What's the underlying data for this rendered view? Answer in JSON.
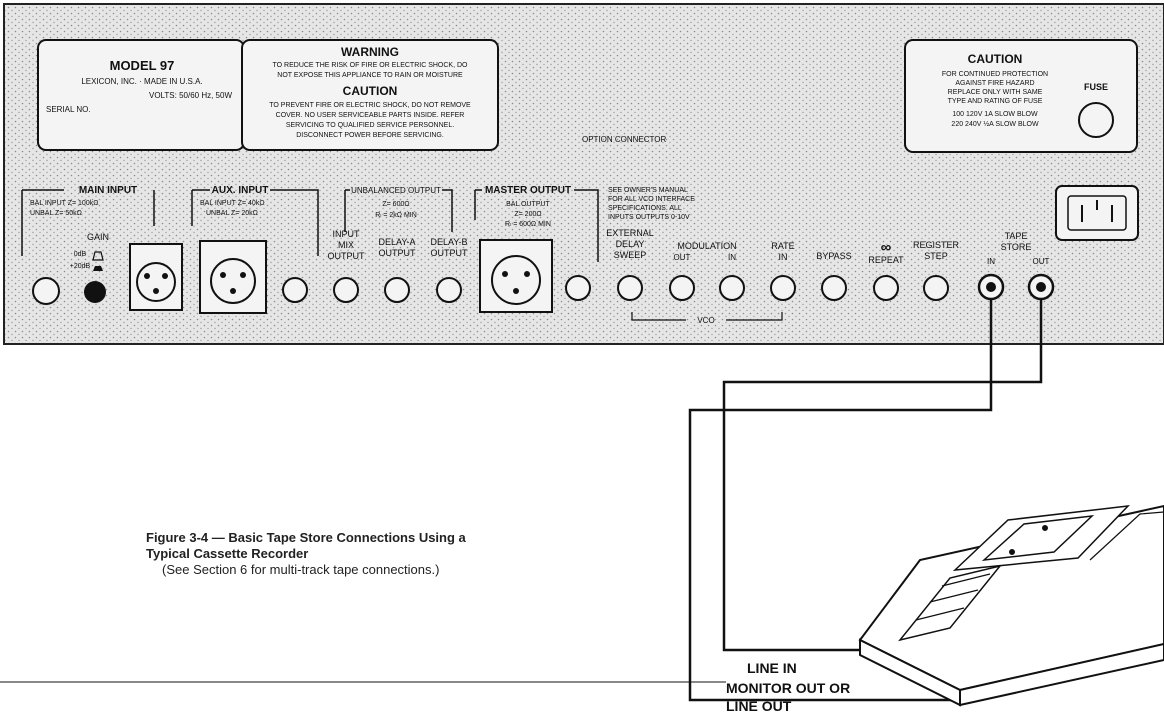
{
  "label_box": {
    "model": "MODEL 97",
    "maker": "LEXICON, INC. · MADE IN U.S.A.",
    "volts": "VOLTS: 50/60 Hz, 50W",
    "serial": "SERIAL NO."
  },
  "warning_box": {
    "title": "WARNING",
    "line1": "TO REDUCE THE RISK OF FIRE OR ELECTRIC SHOCK, DO",
    "line2": "NOT EXPOSE THIS APPLIANCE TO RAIN OR MOISTURE",
    "caution_title": "CAUTION",
    "c1": "TO PREVENT FIRE OR ELECTRIC SHOCK, DO NOT REMOVE",
    "c2": "COVER. NO USER SERVICEABLE PARTS INSIDE. REFER",
    "c3": "SERVICING TO QUALIFIED SERVICE PERSONNEL.",
    "c4": "DISCONNECT POWER BEFORE SERVICING."
  },
  "option_connector": "OPTION CONNECTOR",
  "fuse_box": {
    "title": "CAUTION",
    "l1": "FOR CONTINUED PROTECTION",
    "l2": "AGAINST FIRE HAZARD",
    "l3": "REPLACE ONLY WITH SAME",
    "l4": "TYPE AND RATING OF FUSE",
    "l5": "100  120V 1A SLOW BLOW",
    "l6": "220  240V ½A SLOW BLOW",
    "fuse": "FUSE"
  },
  "main_input": {
    "title": "MAIN INPUT",
    "bal": "BAL INPUT  Z= 100kΩ",
    "unbal": "UNBAL  Z= 50kΩ",
    "gain": "GAIN",
    "odb": "0dB",
    "p20": "+20dB"
  },
  "aux_input": {
    "title": "AUX. INPUT",
    "bal": "BAL INPUT  Z= 40kΩ",
    "unbal": "UNBAL  Z= 20kΩ"
  },
  "unbalanced_output": {
    "title": "UNBALANCED OUTPUT",
    "z": "Z= 600Ω",
    "rl": "Rₗ = 2kΩ MIN"
  },
  "master_output": {
    "title": "MASTER OUTPUT",
    "bal": "BAL OUTPUT",
    "z": "Z= 200Ω",
    "rl": "Rₗ = 600Ω MIN"
  },
  "vco_note": {
    "l1": "SEE OWNER'S MANUAL",
    "l2": "FOR ALL VCO INTERFACE",
    "l3": "SPECIFICATIONS.  ALL",
    "l4": "INPUTS OUTPUTS 0-10V"
  },
  "jacks": {
    "input_mix": [
      "INPUT",
      "MIX",
      "OUTPUT"
    ],
    "delay_a": [
      "DELAY-A",
      "OUTPUT"
    ],
    "delay_b": [
      "DELAY-B",
      "OUTPUT"
    ],
    "ext_delay": [
      "EXTERNAL",
      "DELAY",
      "SWEEP"
    ],
    "modulation": "MODULATION",
    "mod_out": "OUT",
    "mod_in": "IN",
    "rate": [
      "RATE",
      "IN"
    ],
    "bypass": "BYPASS",
    "repeat_sym": "∞",
    "repeat": "REPEAT",
    "register": [
      "REGISTER",
      "STEP"
    ],
    "tape_store": [
      "TAPE",
      "STORE"
    ],
    "ts_in": "IN",
    "ts_out": "OUT",
    "vco": "VCO"
  },
  "recorder": {
    "line_in": "LINE IN",
    "monitor_out": "MONITOR OUT OR",
    "line_out": "LINE OUT"
  },
  "caption": {
    "line1": "Figure 3-4 — Basic Tape Store Connections Using a",
    "line2": "Typical Cassette Recorder",
    "line3": "(See Section 6 for multi-track tape connections.)"
  }
}
